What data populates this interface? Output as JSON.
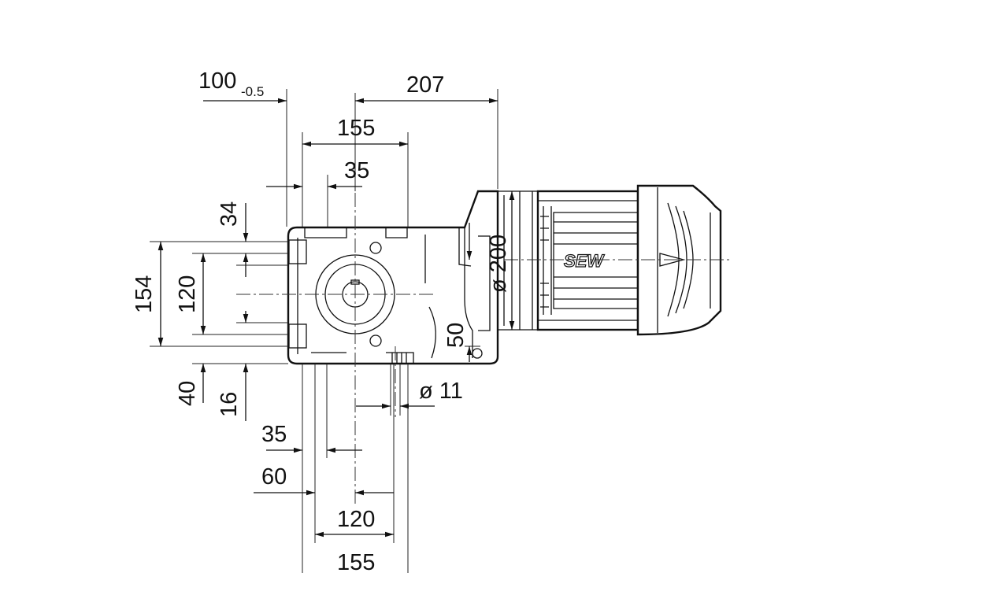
{
  "drawing": {
    "brand_logo": "SEW",
    "dimensions": {
      "top_left": "100",
      "top_left_tolerance": "-0.5",
      "top_right": "207",
      "top_width": "155",
      "top_key": "35",
      "left_34": "34",
      "left_154": "154",
      "left_120": "120",
      "left_40": "40",
      "left_16": "16",
      "motor_diameter": "ø 200",
      "offset_50": "50",
      "hole_diameter": "ø 11",
      "bottom_35": "35",
      "bottom_60": "60",
      "bottom_120": "120",
      "bottom_155": "155"
    }
  }
}
